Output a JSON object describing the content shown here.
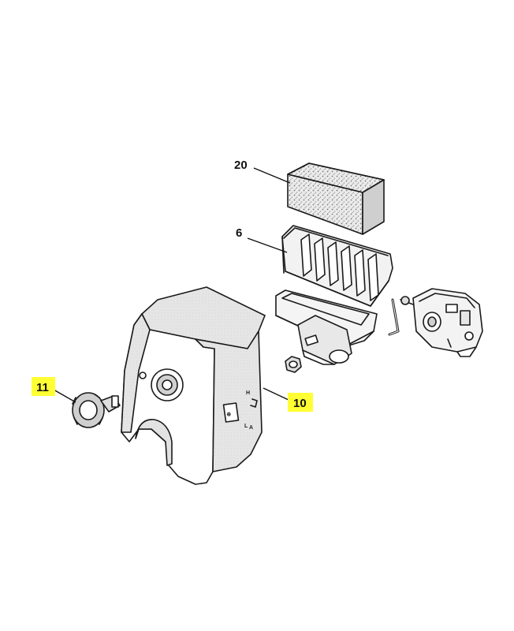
{
  "callouts": [
    {
      "id": "20",
      "label": "20",
      "highlighted": false
    },
    {
      "id": "6",
      "label": "6",
      "highlighted": false
    },
    {
      "id": "11",
      "label": "11",
      "highlighted": true
    },
    {
      "id": "10",
      "label": "10",
      "highlighted": true
    }
  ],
  "cover_marks": {
    "h": "H",
    "l": "L",
    "a": "A"
  },
  "colors": {
    "highlight": "#ffff33",
    "line": "#1a1a1a",
    "cover_shade": "#dcdcdc",
    "foam": "#d8d8d8"
  }
}
